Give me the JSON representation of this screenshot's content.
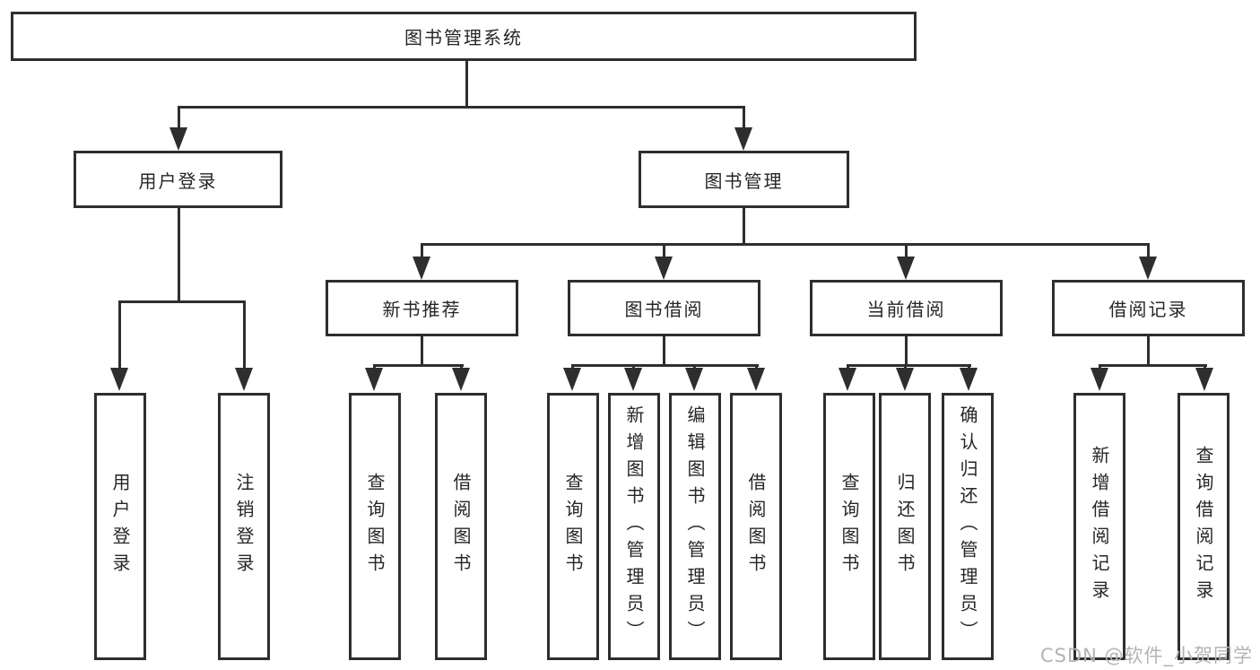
{
  "colors": {
    "line": "#2e2e2e",
    "box_background": "#ffffff",
    "text": "#262626",
    "watermark": "#b3b3b3"
  },
  "tree": {
    "root": {
      "label": "图书管理系统"
    },
    "branches": [
      {
        "label": "用户登录",
        "children": [
          {
            "label": "用户登录"
          },
          {
            "label": "注销登录"
          }
        ]
      },
      {
        "label": "图书管理",
        "children": [
          {
            "label": "新书推荐",
            "children": [
              {
                "label": "查询图书"
              },
              {
                "label": "借阅图书"
              }
            ]
          },
          {
            "label": "图书借阅",
            "children": [
              {
                "label": "查询图书"
              },
              {
                "label": "新增图书（管理员）"
              },
              {
                "label": "编辑图书（管理员）"
              },
              {
                "label": "借阅图书"
              }
            ]
          },
          {
            "label": "当前借阅",
            "children": [
              {
                "label": "查询图书"
              },
              {
                "label": "归还图书"
              },
              {
                "label": "确认归还（管理员）"
              }
            ]
          },
          {
            "label": "借阅记录",
            "children": [
              {
                "label": "新增借阅记录"
              },
              {
                "label": "查询借阅记录"
              }
            ]
          }
        ]
      }
    ]
  },
  "watermark": {
    "text": "CSDN @软件_小贺同学"
  }
}
